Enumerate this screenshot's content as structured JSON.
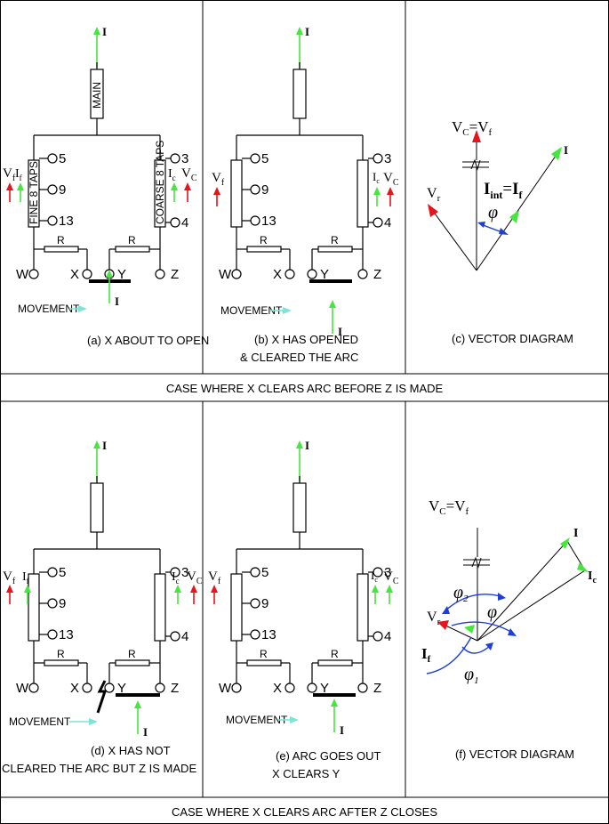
{
  "labels": {
    "I": "I",
    "main": "MAIN",
    "fine_taps": "FINE 8 TAPS",
    "coarse_taps": "COARSE 8 TAPS",
    "R": "R",
    "W": "W",
    "X": "X",
    "Y": "Y",
    "Z": "Z",
    "tap5": "5",
    "tap9": "9",
    "tap13": "13",
    "tap3": "3",
    "tap4": "4",
    "Vf": "V",
    "Vf_sub": "f",
    "If": "I",
    "If_sub": "f",
    "Ic": "I",
    "Ic_sub": "c",
    "Vc": "V",
    "Vc_sub": "C",
    "movement": "MOVEMENT",
    "Vr": "V",
    "Vr_sub": "r",
    "Iint": "I",
    "Iint_sub": "int",
    "eq": "=",
    "phi": "φ",
    "phi1_sub": "1",
    "phi2_sub": "2",
    "vc_eq_vf_c": "V",
    "vc_eq_vf_c_sub": "C",
    "vc_eq_vf_f": "V",
    "vc_eq_vf_f_sub": "f"
  },
  "captions": {
    "a": "(a) X ABOUT TO OPEN",
    "b1": "(b) X HAS OPENED",
    "b2": "& CLEARED THE ARC",
    "c": "(c) VECTOR DIAGRAM",
    "d1": "(d) X HAS NOT",
    "d2": "CLEARED THE ARC BUT Z IS MADE",
    "e1": "(e) ARC GOES OUT",
    "e2": "X CLEARS Y",
    "f": "(f) VECTOR DIAGRAM",
    "top_row": "CASE WHERE X CLEARS ARC BEFORE Z IS MADE",
    "bottom_row": "CASE WHERE X CLEARS ARC AFTER Z CLOSES"
  },
  "colors": {
    "red": "#e8141c",
    "green": "#46e63c",
    "cyan": "#7fe3d6",
    "blue": "#1f3fd1"
  }
}
